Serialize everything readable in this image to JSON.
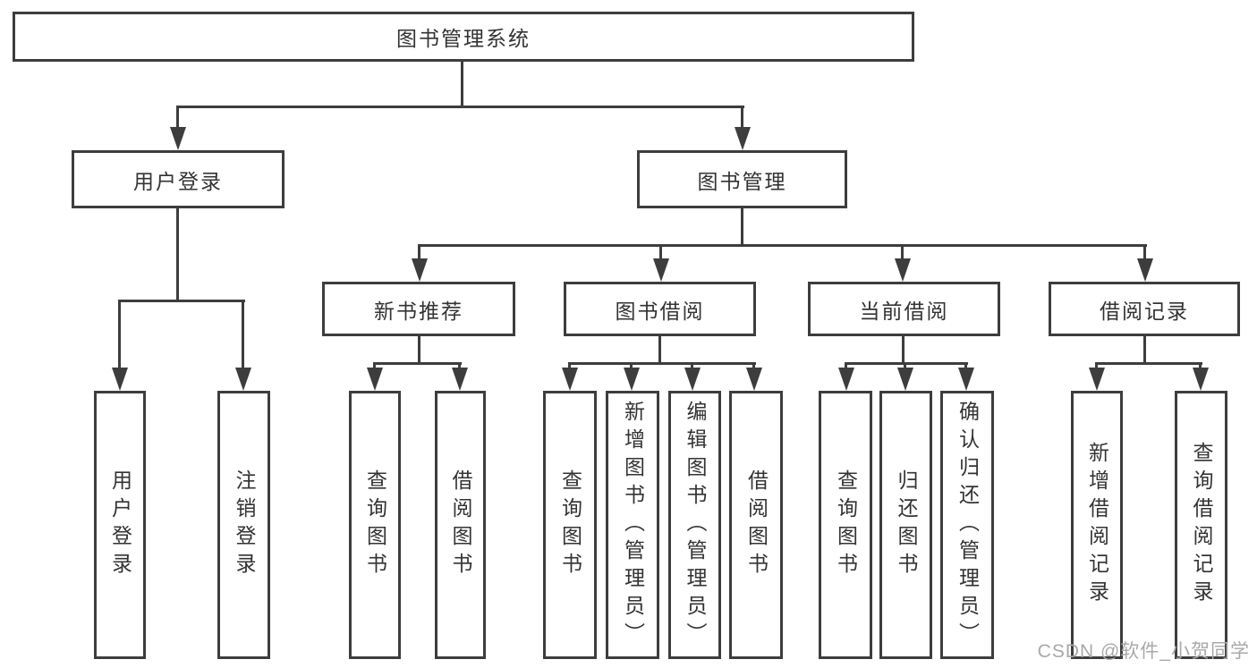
{
  "tree": {
    "label": "图书管理系统",
    "children": [
      {
        "label": "用户登录",
        "children": [
          {
            "label": "用户登录"
          },
          {
            "label": "注销登录"
          }
        ]
      },
      {
        "label": "图书管理",
        "children": [
          {
            "label": "新书推荐",
            "children": [
              {
                "label": "查询图书"
              },
              {
                "label": "借阅图书"
              }
            ]
          },
          {
            "label": "图书借阅",
            "children": [
              {
                "label": "查询图书"
              },
              {
                "label": "新增图书（管理员）"
              },
              {
                "label": "编辑图书（管理员）"
              },
              {
                "label": "借阅图书"
              }
            ]
          },
          {
            "label": "当前借阅",
            "children": [
              {
                "label": "查询图书"
              },
              {
                "label": "归还图书"
              },
              {
                "label": "确认归还（管理员）"
              }
            ]
          },
          {
            "label": "借阅记录",
            "children": [
              {
                "label": "新增借阅记录"
              },
              {
                "label": "查询借阅记录"
              }
            ]
          }
        ]
      }
    ]
  },
  "watermark": {
    "text": "CSDN @软件_小贺同学"
  },
  "colors": {
    "line": "#3d3d3d",
    "text": "#333333",
    "wm": "#a9a9a9",
    "bg": "#ffffff"
  }
}
